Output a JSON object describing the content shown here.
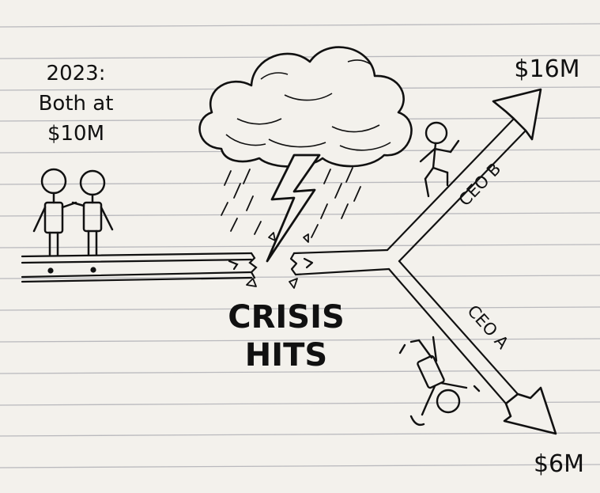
{
  "start": {
    "year": "2023:",
    "line2": "Both at",
    "amount": "$10M"
  },
  "event": {
    "line1": "CRISIS",
    "line2": "HITS"
  },
  "upper_path": {
    "label": "CEO B",
    "amount": "$16M"
  },
  "lower_path": {
    "label": "CEO A",
    "amount": "$6M"
  },
  "colors": {
    "paper": "#f3f1ec",
    "ruled_line": "#b9b9bd",
    "ink": "#111111"
  }
}
